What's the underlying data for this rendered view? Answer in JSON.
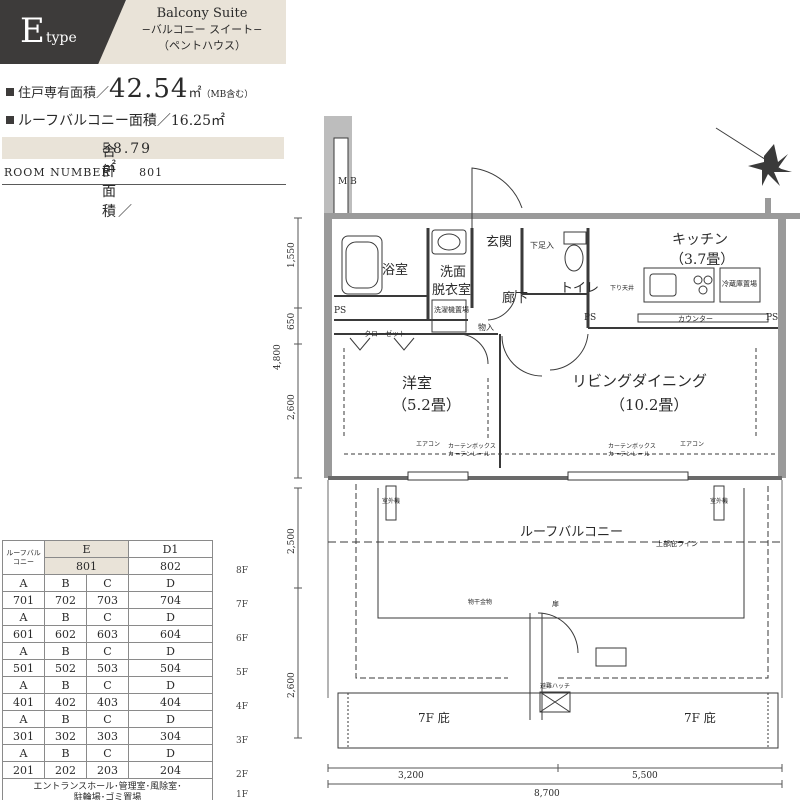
{
  "header": {
    "type_letter": "E",
    "type_suffix": "type",
    "suite_en": "Balcony Suite",
    "suite_jp": "−バルコニー スイート−",
    "suite_sub": "（ペントハウス）"
  },
  "areas": {
    "exclusive_label": "住戸専有面積／",
    "exclusive_value": "42.54",
    "exclusive_unit": "㎡",
    "exclusive_note": "（MB含む）",
    "roof_label": "ルーフバルコニー面積／",
    "roof_value": "16.25㎡",
    "total_label": "合　計　面　積／",
    "total_value": "58.79㎡",
    "room_number_label": "ROOM NUMBER",
    "room_number": "801"
  },
  "plan": {
    "rooms": {
      "kitchen": "キッチン",
      "kitchen_size": "（3.7畳）",
      "bath": "浴室",
      "washroom": "洗面",
      "dressing": "脱衣室",
      "entrance": "玄関",
      "hallway": "廊下",
      "toilet": "トイレ",
      "western": "洋室",
      "western_size": "（5.2畳）",
      "living": "リビングダイニング",
      "living_size": "（10.2畳）",
      "roof_balcony": "ルーフバルコニー",
      "eave_left": "7F 庇",
      "eave_right": "7F 庇"
    },
    "small_labels": {
      "mb": "M B",
      "ps": "PS",
      "ps2": "PS",
      "ps3": "PS",
      "shoe_box": "下足入",
      "storage": "物入",
      "washing": "洗濯機置場",
      "fridge": "冷蔵庫置場",
      "counter": "カウンター",
      "closet": "クローゼット",
      "aircon": "エアコン",
      "curtain_box": "カーテンボックス",
      "curtain_rail": "カーテンレール",
      "outdoor_unit": "室外機",
      "eave_line": "上部庇ライン",
      "evac_hatch": "避難ハッチ",
      "clothes_pole": "物干金物",
      "door": "扉",
      "lowered_ceiling": "下り天井"
    },
    "dims": {
      "left_1550": "1,550",
      "left_650": "650",
      "left_2600": "2,600",
      "left_4800": "4,800",
      "left_2500": "2,500",
      "left_2600b": "2,600",
      "bottom_3200": "3,200",
      "bottom_5500": "5,500",
      "bottom_8700": "8,700"
    }
  },
  "floor_table": {
    "roof_label": "ルーフバルコニー",
    "top_headers": [
      "E",
      "D1"
    ],
    "top_numbers": [
      "801",
      "802"
    ],
    "rows": [
      {
        "floor": "7F",
        "letters": [
          "A",
          "B",
          "C",
          "D"
        ],
        "numbers": [
          "701",
          "702",
          "703",
          "704"
        ]
      },
      {
        "floor": "6F",
        "letters": [
          "A",
          "B",
          "C",
          "D"
        ],
        "numbers": [
          "601",
          "602",
          "603",
          "604"
        ]
      },
      {
        "floor": "5F",
        "letters": [
          "A",
          "B",
          "C",
          "D"
        ],
        "numbers": [
          "501",
          "502",
          "503",
          "504"
        ]
      },
      {
        "floor": "4F",
        "letters": [
          "A",
          "B",
          "C",
          "D"
        ],
        "numbers": [
          "401",
          "402",
          "403",
          "404"
        ]
      },
      {
        "floor": "3F",
        "letters": [
          "A",
          "B",
          "C",
          "D"
        ],
        "numbers": [
          "301",
          "302",
          "303",
          "304"
        ]
      },
      {
        "floor": "2F",
        "letters": [
          "A",
          "B",
          "C",
          "D"
        ],
        "numbers": [
          "201",
          "202",
          "203",
          "204"
        ]
      }
    ],
    "floor_8": "8F",
    "floor_1": "1F",
    "entrance_line1": "エントランスホール･管理室･風除室･",
    "entrance_line2": "駐輪場･ゴミ置場"
  }
}
